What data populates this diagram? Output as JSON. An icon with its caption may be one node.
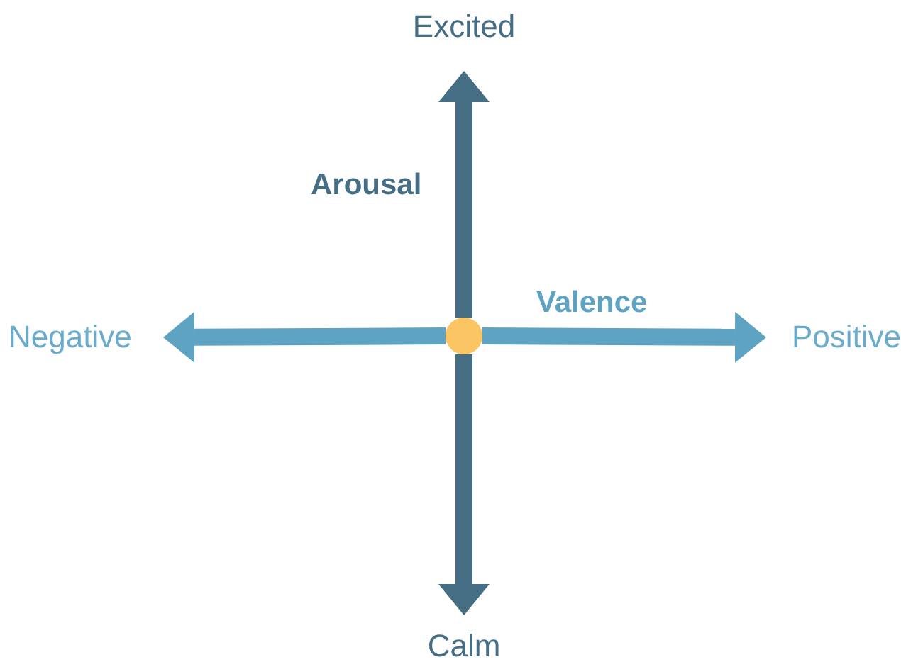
{
  "diagram": {
    "nodes": [
      {
        "text": [
          "Excited"
        ]
      },
      {
        "text": [
          "Negative"
        ]
      },
      {
        "text": [],
        "shape": "circle"
      },
      {
        "text": [
          "Positive"
        ]
      },
      {
        "text": [
          "Calm"
        ]
      }
    ],
    "edges": [
      {
        "from": 2,
        "to": 0,
        "arrow": "to",
        "label": "Arousal",
        "color": "#456e84"
      },
      {
        "from": 2,
        "to": 1,
        "arrow": "to"
      },
      {
        "from": 2,
        "to": 3,
        "arrow": "to",
        "label": "Valence"
      },
      {
        "from": 2,
        "to": 4,
        "arrow": "to",
        "color": "#456e84"
      }
    ]
  }
}
